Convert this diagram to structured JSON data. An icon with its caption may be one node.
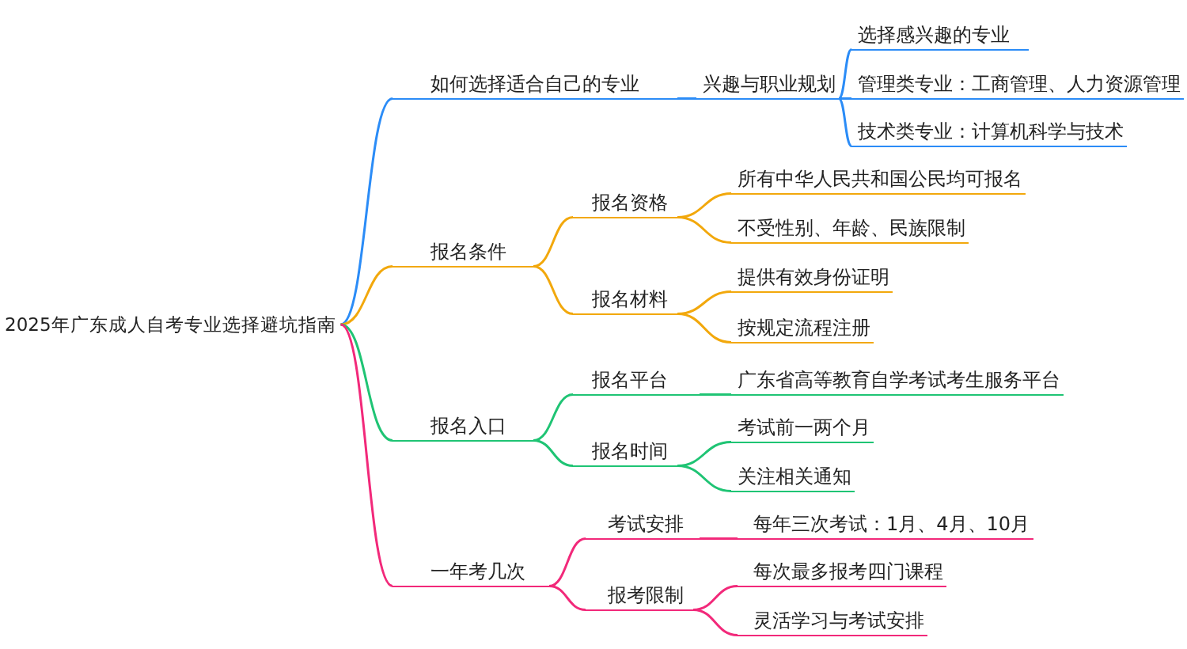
{
  "diagram": {
    "nodes": [
      {
        "text": [
          "2025年广东成人自考专业选择避坑指南"
        ]
      },
      {
        "text": [
          "如何选择适合自己的专业"
        ]
      },
      {
        "text": [
          "兴趣与职业规划"
        ]
      },
      {
        "text": [
          "选择感兴趣的专业"
        ]
      },
      {
        "text": [
          "管理类专业：工商管理、人力资源管理"
        ]
      },
      {
        "text": [
          "技术类专业：计算机科学与技术"
        ]
      },
      {
        "text": [
          "报名条件"
        ]
      },
      {
        "text": [
          "报名资格"
        ]
      },
      {
        "text": [
          "所有中华人民共和国公民均可报名"
        ]
      },
      {
        "text": [
          "不受性别、年龄、民族限制"
        ]
      },
      {
        "text": [
          "报名材料"
        ]
      },
      {
        "text": [
          "提供有效身份证明"
        ]
      },
      {
        "text": [
          "按规定流程注册"
        ]
      },
      {
        "text": [
          "报名入口"
        ]
      },
      {
        "text": [
          "报名平台"
        ]
      },
      {
        "text": [
          "广东省高等教育自学考试考生服务平台"
        ]
      },
      {
        "text": [
          "报名时间"
        ]
      },
      {
        "text": [
          "考试前一两个月"
        ]
      },
      {
        "text": [
          "关注相关通知"
        ]
      },
      {
        "text": [
          "一年考几次"
        ]
      },
      {
        "text": [
          "考试安排"
        ]
      },
      {
        "text": [
          "每年三次考试：1月、4月、10月"
        ]
      },
      {
        "text": [
          "报考限制"
        ]
      },
      {
        "text": [
          "每次最多报考四门课程"
        ]
      },
      {
        "text": [
          "灵活学习与考试安排"
        ]
      }
    ],
    "edges": [
      {
        "from": 0,
        "to": 1,
        "arrow": "none",
        "color": "#2b8cf7"
      },
      {
        "from": 1,
        "to": 2,
        "arrow": "none",
        "color": "#2b8cf7"
      },
      {
        "from": 2,
        "to": 3,
        "arrow": "none",
        "color": "#2b8cf7"
      },
      {
        "from": 2,
        "to": 4,
        "arrow": "none",
        "color": "#2b8cf7"
      },
      {
        "from": 2,
        "to": 5,
        "arrow": "none",
        "color": "#2b8cf7"
      },
      {
        "from": 0,
        "to": 6,
        "arrow": "none",
        "color": "#f2a80c"
      },
      {
        "from": 6,
        "to": 7,
        "arrow": "none",
        "color": "#f2a80c"
      },
      {
        "from": 7,
        "to": 8,
        "arrow": "none",
        "color": "#f2a80c"
      },
      {
        "from": 7,
        "to": 9,
        "arrow": "none",
        "color": "#f2a80c"
      },
      {
        "from": 6,
        "to": 10,
        "arrow": "none",
        "color": "#f2a80c"
      },
      {
        "from": 10,
        "to": 11,
        "arrow": "none",
        "color": "#f2a80c"
      },
      {
        "from": 10,
        "to": 12,
        "arrow": "none",
        "color": "#f2a80c"
      },
      {
        "from": 0,
        "to": 13,
        "arrow": "none",
        "color": "#1fc474"
      },
      {
        "from": 13,
        "to": 14,
        "arrow": "none",
        "color": "#1fc474"
      },
      {
        "from": 14,
        "to": 15,
        "arrow": "none",
        "color": "#1fc474"
      },
      {
        "from": 13,
        "to": 16,
        "arrow": "none",
        "color": "#1fc474"
      },
      {
        "from": 16,
        "to": 17,
        "arrow": "none",
        "color": "#1fc474"
      },
      {
        "from": 16,
        "to": 18,
        "arrow": "none",
        "color": "#1fc474"
      },
      {
        "from": 0,
        "to": 19,
        "arrow": "none",
        "color": "#f2297a"
      },
      {
        "from": 19,
        "to": 20,
        "arrow": "none",
        "color": "#f2297a"
      },
      {
        "from": 20,
        "to": 21,
        "arrow": "none",
        "color": "#f2297a"
      },
      {
        "from": 19,
        "to": 22,
        "arrow": "none",
        "color": "#f2297a"
      },
      {
        "from": 22,
        "to": 23,
        "arrow": "none",
        "color": "#f2297a"
      },
      {
        "from": 22,
        "to": 24,
        "arrow": "none",
        "color": "#f2297a"
      }
    ]
  }
}
